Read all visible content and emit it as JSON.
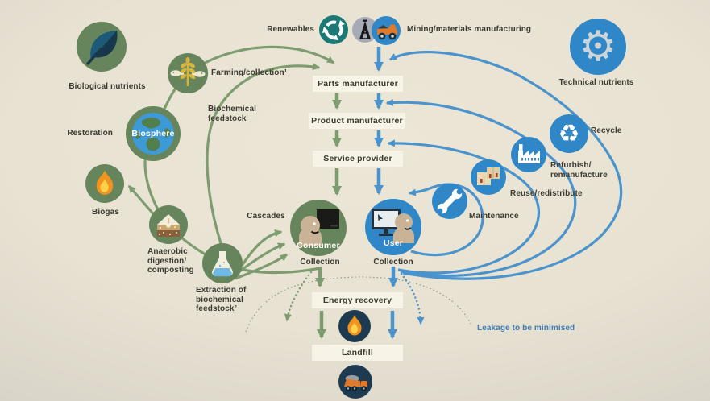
{
  "title": "Circular economy butterfly diagram",
  "labels": {
    "renewables": "Renewables",
    "mining": "Mining/materials manufacturing",
    "biological_nutrients": "Biological nutrients",
    "technical_nutrients": "Technical nutrients",
    "farming": "Farming/collection¹",
    "biochemical_feedstock": [
      "Biochemical",
      "feedstock"
    ],
    "restoration": "Restoration",
    "biosphere": "Biosphere",
    "biogas": "Biogas",
    "anaerobic": [
      "Anaerobic",
      "digestion/",
      "composting"
    ],
    "extraction": [
      "Extraction of",
      "biochemical",
      "feedstock²"
    ],
    "cascades": "Cascades",
    "consumer": "Consumer",
    "user": "User",
    "collection_consumer": "Collection",
    "collection_user": "Collection",
    "maintenance": "Maintenance",
    "reuse_redistribute": "Reuse/redistribute",
    "refurbish": [
      "Refurbish/",
      "remanufacture"
    ],
    "recycle": "Recycle",
    "leakage": "Leakage to be minimised"
  },
  "process_boxes": {
    "parts_manufacturer": "Parts manufacturer",
    "product_manufacturer": "Product manufacturer",
    "service_provider": "Service provider",
    "energy_recovery": "Energy recovery",
    "landfill": "Landfill"
  },
  "icons": {
    "renewables": "circular-arrows-icon",
    "oil": "oil-derrick-icon",
    "mining": "mining-truck-icon",
    "biological": "leaf-icon",
    "farming": "wheat-and-fish-icon",
    "biosphere": "globe-icon",
    "biogas": "flame-icon",
    "anaerobic": "compost-icon",
    "extraction": "flask-icon",
    "consumer": "person-with-tv-icon",
    "user": "person-with-monitor-icon",
    "maintenance": "wrench-icon",
    "reuse": "packages-icon",
    "refurbish": "factory-icon",
    "recycle": "recycling-symbol-icon",
    "technical": "gear-icon",
    "energy_recovery": "flame-icon",
    "landfill": "dump-truck-icon"
  },
  "colors": {
    "background_center": "#ece6d6",
    "background_edge": "#c6c3b9",
    "green_node": "#66855c",
    "green_arrow": "#7d9c70",
    "blue_node": "#2f87c8",
    "blue_arrow": "#4a93cc",
    "teal_node": "#1b7a75",
    "gray_node": "#a7abb6",
    "navy_node": "#1d3a50",
    "box_bg": "#f7f3e6",
    "text_dark": "#3b3b33",
    "leakage_text": "#3f7cb6"
  }
}
